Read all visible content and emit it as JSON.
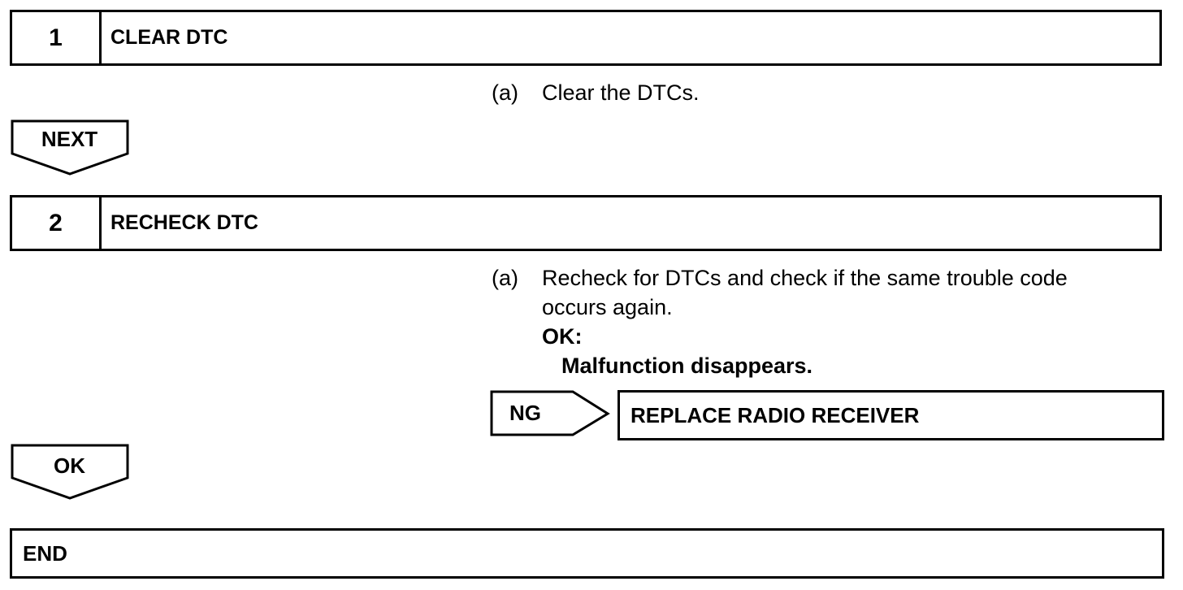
{
  "steps": [
    {
      "number": "1",
      "title": "CLEAR DTC",
      "instructions": [
        {
          "marker": "(a)",
          "text": "Clear the DTCs."
        }
      ],
      "next_label": "NEXT"
    },
    {
      "number": "2",
      "title": "RECHECK DTC",
      "instructions": [
        {
          "marker": "(a)",
          "line1": "Recheck for DTCs and check if the same trouble code",
          "line2": "occurs again.",
          "ok_label": "OK:",
          "ok_condition": "Malfunction disappears."
        }
      ],
      "ng_label": "NG",
      "ng_result": "REPLACE RADIO RECEIVER",
      "ok_label": "OK"
    }
  ],
  "end_label": "END"
}
